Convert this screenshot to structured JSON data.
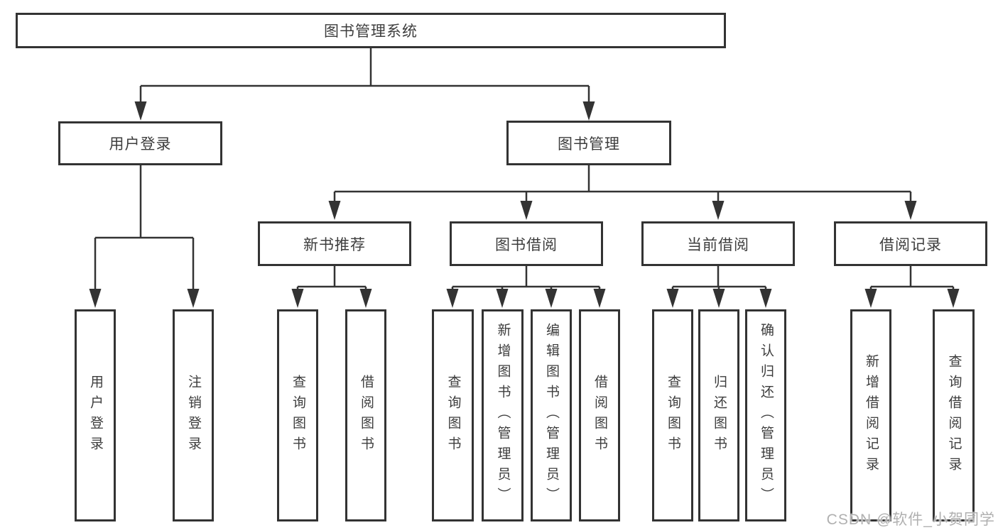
{
  "style": {
    "line_color": "#333333",
    "box_border_color": "#333333",
    "text_color": "#3d3d3d",
    "watermark_color": "#b0b0b0",
    "background": "#ffffff"
  },
  "tree": {
    "root": {
      "label": "图书管理系统"
    },
    "branches": [
      {
        "label": "用户登录",
        "children": [
          {
            "label": "用户登录"
          },
          {
            "label": "注销登录"
          }
        ]
      },
      {
        "label": "图书管理",
        "children": [
          {
            "label": "新书推荐",
            "children": [
              {
                "label": "查询图书"
              },
              {
                "label": "借阅图书"
              }
            ]
          },
          {
            "label": "图书借阅",
            "children": [
              {
                "label": "查询图书"
              },
              {
                "label": "新增图书（管理员）"
              },
              {
                "label": "编辑图书（管理员）"
              },
              {
                "label": "借阅图书"
              }
            ]
          },
          {
            "label": "当前借阅",
            "children": [
              {
                "label": "查询图书"
              },
              {
                "label": "归还图书"
              },
              {
                "label": "确认归还（管理员）"
              }
            ]
          },
          {
            "label": "借阅记录",
            "children": [
              {
                "label": "新增借阅记录"
              },
              {
                "label": "查询借阅记录"
              }
            ]
          }
        ]
      }
    ]
  },
  "watermark": {
    "text": "CSDN @软件_小贺同学"
  }
}
